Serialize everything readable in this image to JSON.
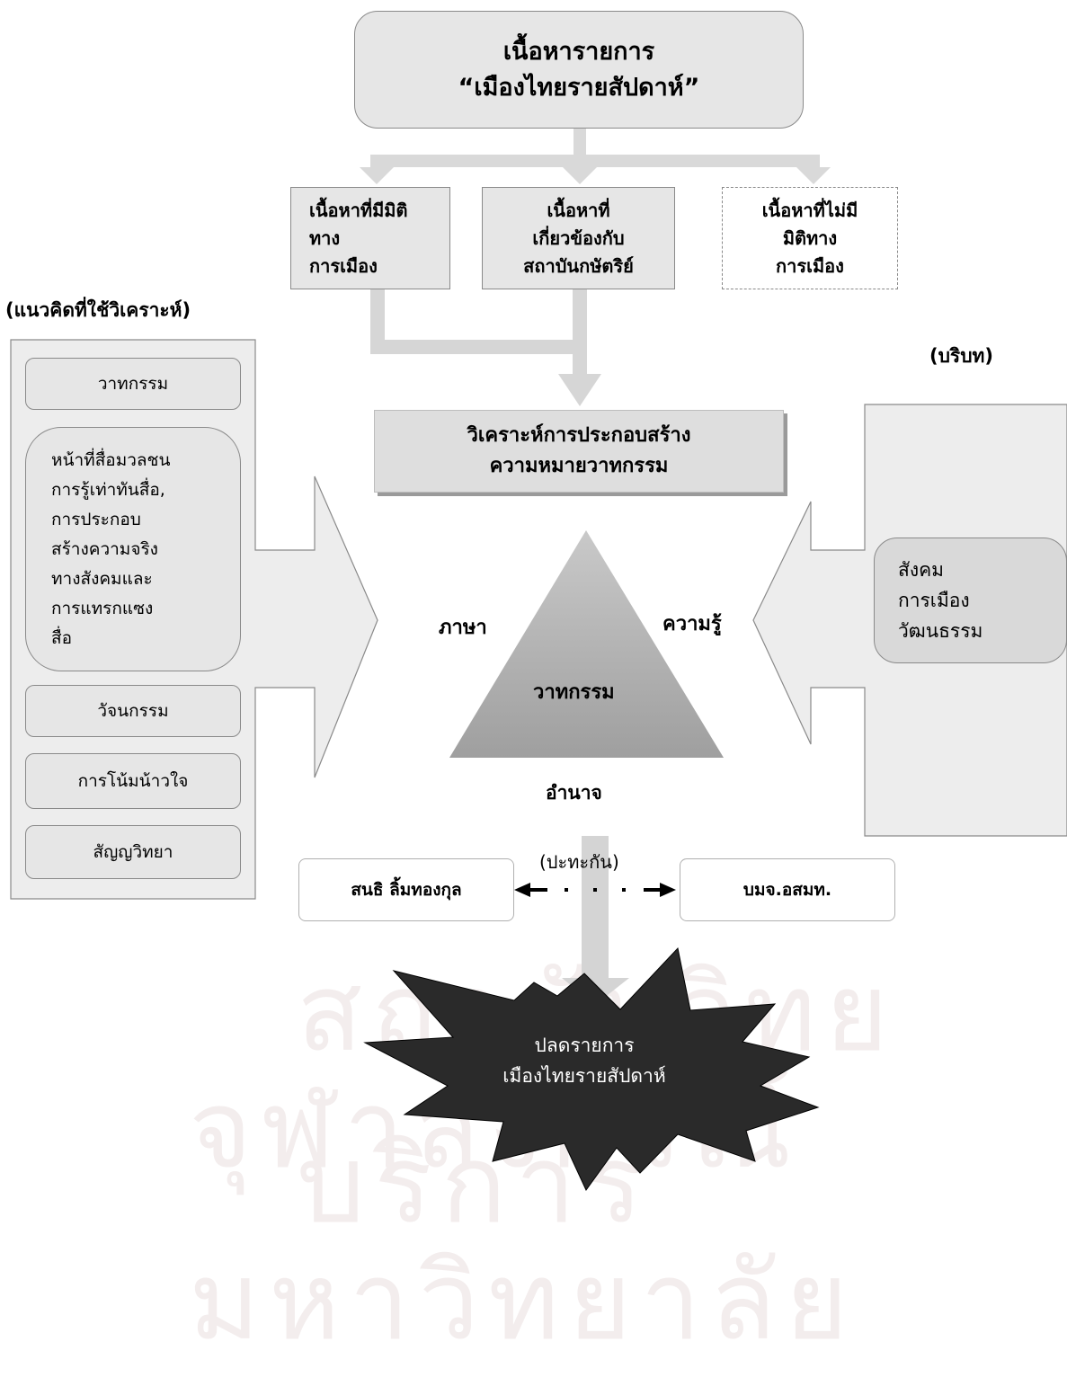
{
  "title": {
    "line1": "เนื้อหารายการ",
    "line2": "“เมืองไทยรายสัปดาห์”"
  },
  "content_boxes": [
    {
      "text": "เนื้อหาที่มีมิติ\nทาง\nการเมือง"
    },
    {
      "text": "เนื้อหาที่\nเกี่ยวข้องกับ\nสถาบันกษัตริย์"
    },
    {
      "text": "เนื้อหาที่ไม่มี\nมิติทาง\nการเมือง"
    }
  ],
  "concepts_heading": "(แนวคิดที่ใช้วิเคราะห์)",
  "concepts": [
    "วาทกรรม",
    "หน้าที่สื่อมวลชน\nการรู้เท่าทันสื่อ,\nการประกอบ\nสร้างความจริง\nทางสังคมและ\nการแทรกแซง\nสื่อ",
    "วัจนกรรม",
    "การโน้มน้าวใจ",
    "สัญญวิทยา"
  ],
  "context_heading": "(บริบท)",
  "context_text": "สังคม\nการเมือง\nวัฒนธรรม",
  "analysis_box": "วิเคราะห์การประกอบสร้าง\nความหมายวาทกรรม",
  "triangle": {
    "center": "วาทกรรม",
    "left": "ภาษา",
    "right": "ความรู้",
    "bottom": "อำนาจ"
  },
  "conflict": {
    "label": "(ปะทะกัน)",
    "left": "สนธิ ลิ้มทองกุล",
    "right": "บมจ.อสมท."
  },
  "result": "ปลดรายการ\nเมืองไทยรายสัปดาห์",
  "watermark": {
    "line1": "สถาบันวิทยบริการ",
    "line2": "จุฬาลงกรณ์มหาวิทยาลัย"
  },
  "colors": {
    "box_fill": "#e6e6e6",
    "arrow": "#d6d6d6",
    "triangle": "#a6a6a6",
    "star": "#262626"
  }
}
